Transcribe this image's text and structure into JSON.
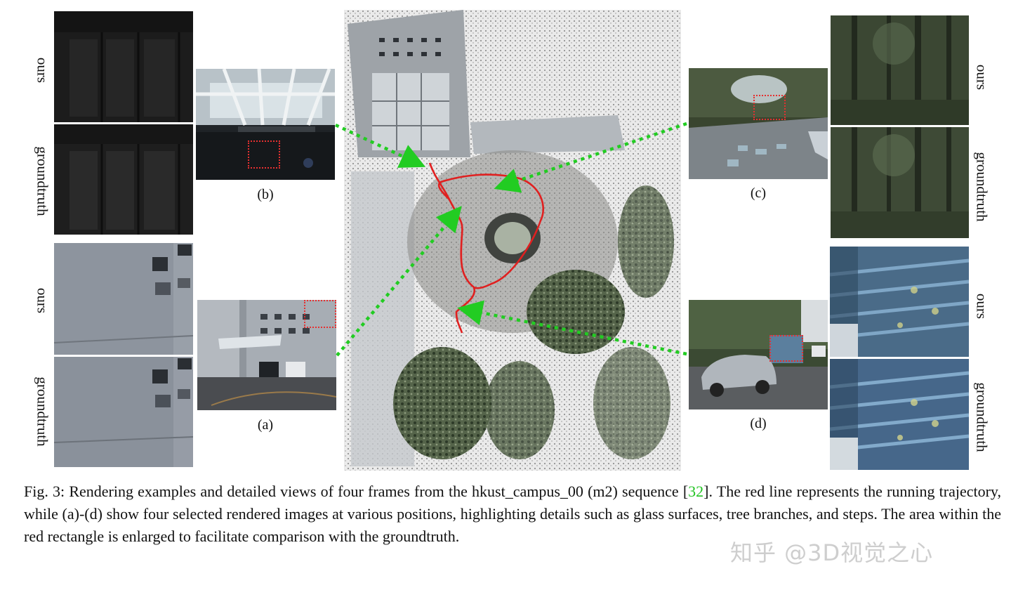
{
  "panels": {
    "ours": "ours",
    "groundtruth": "groundtruth",
    "a": "(a)",
    "b": "(b)",
    "c": "(c)",
    "d": "(d)"
  },
  "caption": {
    "prefix": "Fig. 3: Rendering examples and detailed views of four frames from the hkust_campus_00 (m2) sequence [",
    "ref": "32",
    "suffix": "]. The red line represents the running trajectory, while (a)-(d) show four selected rendered images at various positions, highlighting details such as glass surfaces, tree branches, and steps. The area within the red rectangle is enlarged to facilitate comparison with the groundtruth."
  },
  "watermark": "知乎 @3D视觉之心",
  "colors": {
    "trajectory": "#e02020",
    "arrow": "#22cc22",
    "box": "#e53030",
    "ref": "#22c322"
  }
}
